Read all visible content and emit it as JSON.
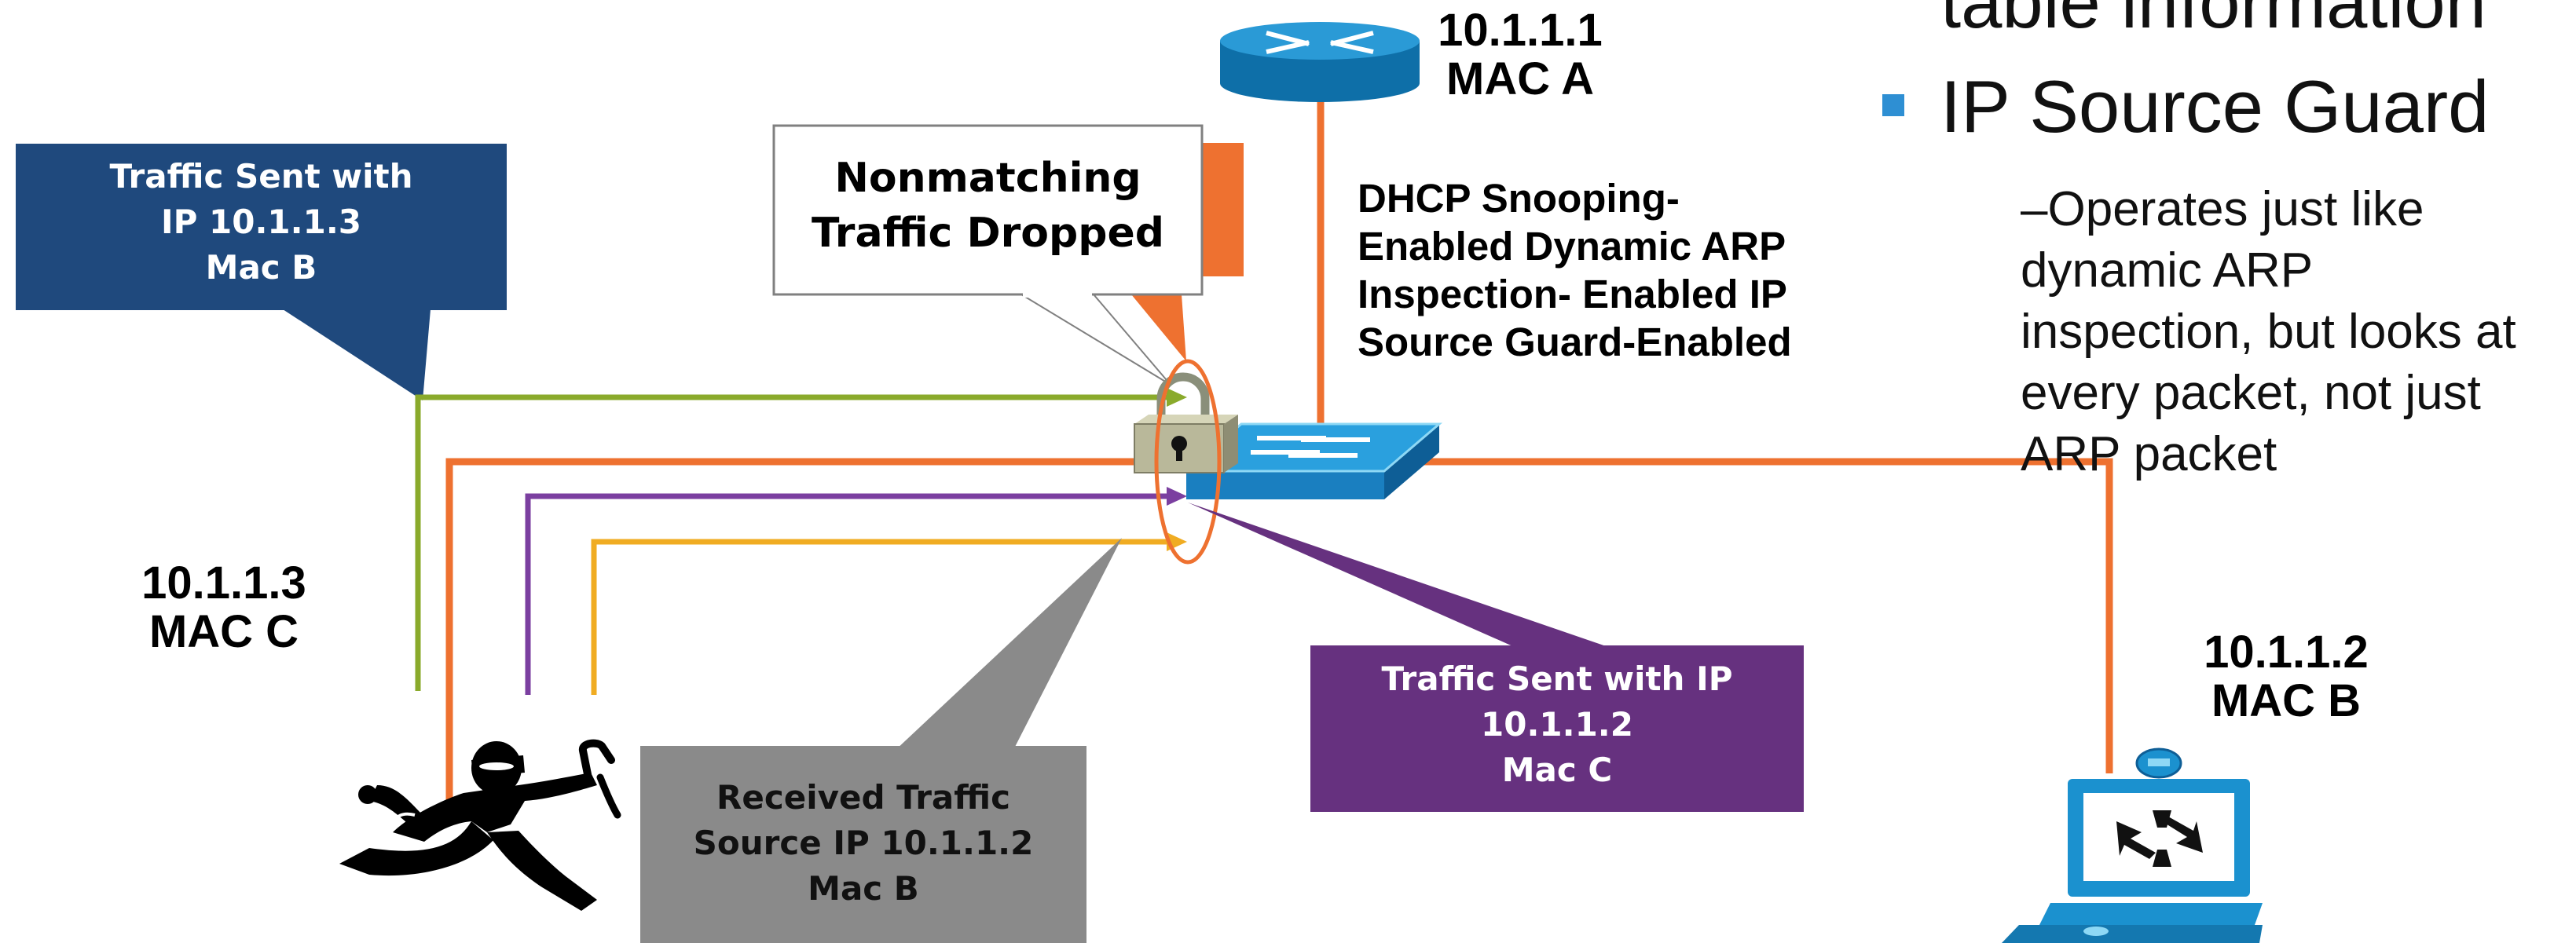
{
  "router": {
    "ip": "10.1.1.1",
    "mac": "MAC A"
  },
  "attacker": {
    "ip": "10.1.1.3",
    "mac": "MAC C"
  },
  "victim": {
    "ip": "10.1.1.2",
    "mac": "MAC B"
  },
  "switch_status": [
    "DHCP Snooping-",
    "Enabled Dynamic ARP",
    "Inspection- Enabled IP",
    "Source Guard-Enabled"
  ],
  "callouts": {
    "dropped": [
      "Nonmatching",
      "Traffic Dropped"
    ],
    "sent_b": [
      "Traffic Sent with",
      "IP 10.1.1.3",
      "Mac B"
    ],
    "sent_c": [
      "Traffic Sent with IP",
      "10.1.1.2",
      "Mac C"
    ],
    "received": [
      "Received Traffic",
      "Source IP 10.1.1.2",
      "Mac B"
    ]
  },
  "bullets": {
    "partial_line": "table information",
    "main": "IP Source Guard",
    "sub": [
      "–Operates just like",
      "dynamic ARP",
      "inspection, but looks at",
      "every packet, not just",
      "ARP packet"
    ]
  },
  "colors": {
    "link": "#ee7130",
    "green": "#8aaa2b",
    "purple": "#7b3fa0",
    "yellow": "#f0ac22",
    "callout_blue": "#1f497d",
    "callout_purple": "#66317f",
    "callout_gray": "#8a8a8a",
    "device_blue": "#1b91cf",
    "bullet_blue": "#2e8fd3"
  }
}
